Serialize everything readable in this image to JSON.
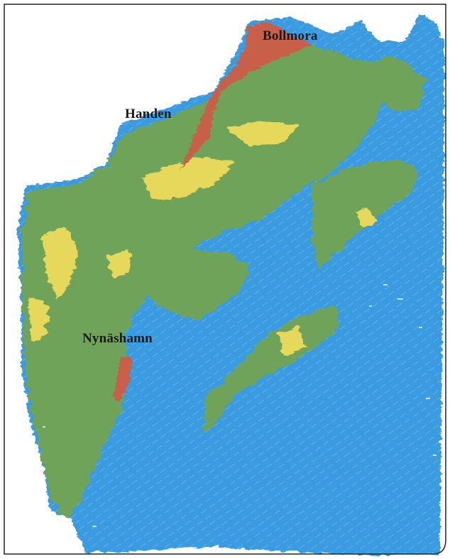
{
  "map": {
    "places": [
      {
        "name": "Bollmora"
      },
      {
        "name": "Handen"
      },
      {
        "name": "Nynäshamn"
      }
    ],
    "colors": {
      "water": "#3a9be0",
      "lowland": "#6fa35a",
      "midland": "#e6d85a",
      "highland": "#c8604a"
    }
  }
}
